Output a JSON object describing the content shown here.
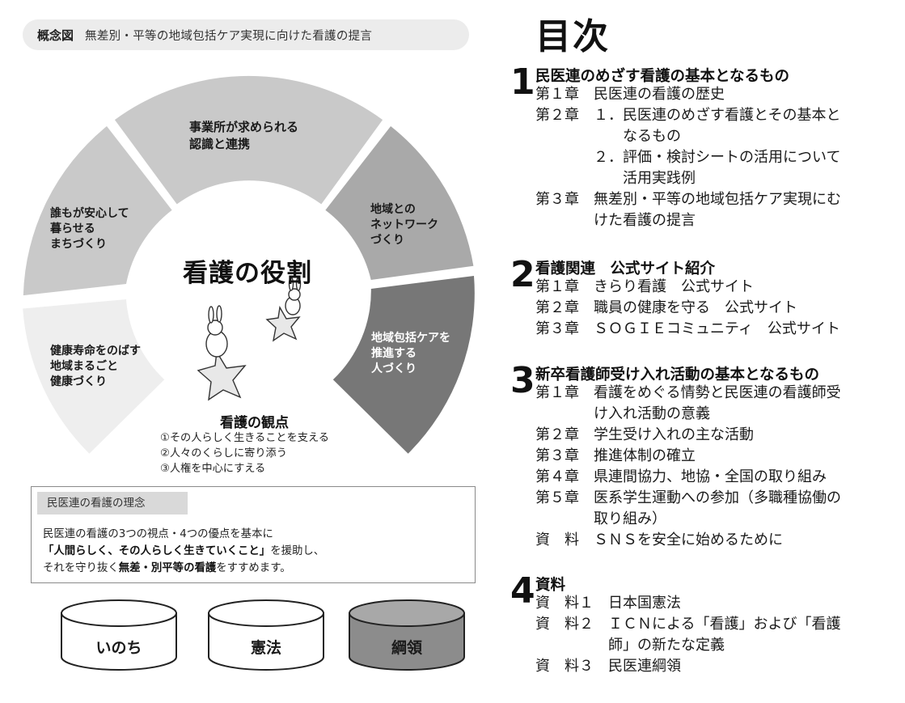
{
  "concept_header": {
    "tag": "概念図",
    "title": "無差別・平等の地域包括ケア実現に向けた看護の提言"
  },
  "wheel": {
    "segments": [
      {
        "lines": [
          "事業所が求められる",
          "認識と連携"
        ]
      },
      {
        "lines": [
          "地域との",
          "ネットワーク",
          "づくり"
        ]
      },
      {
        "lines": [
          "地域包括ケアを",
          "推進する",
          "人づくり"
        ]
      },
      {
        "lines": [
          "健康寿命をのばす",
          "地域まるごと",
          "健康づくり"
        ]
      },
      {
        "lines": [
          "誰もが安心して",
          "暮らせる",
          "まちづくり"
        ]
      }
    ],
    "center_title": "看護の役割"
  },
  "viewpoints": {
    "title": "看護の観点",
    "items": [
      "①その人らしく生きることを支える",
      "②人々のくらしに寄り添う",
      "③人権を中心にすえる"
    ]
  },
  "philosophy": {
    "label": "民医連の看護の理念",
    "line1": "民医連の看護の3つの視点・4つの優点を基本に",
    "line2_bold": "「人間らしく、その人らしく生きていくこと」",
    "line2_tail": "を援助し、",
    "line3_pre": "それを守り抜く",
    "line3_bold": "無差・別平等の看護",
    "line3_post": "をすすめます。"
  },
  "foundations": [
    "いのち",
    "憲法",
    "綱領"
  ],
  "colors": {
    "segment_light": "#c9c9c9",
    "segment_mid": "#a9a9a9",
    "segment_dark": "#777777",
    "segment_pale": "#eeeeee",
    "cylinder_dark": "#8c8c8c"
  },
  "toc": {
    "title": "目次",
    "sections": [
      {
        "num": "1",
        "title": "民医連のめざす看護の基本となるもの",
        "lines": [
          "第１章　民医連の看護の歴史",
          "第２章　１．民医連のめざす看護とその基本と",
          "　　　　　　なるもの",
          "　　　　２．評価・検討シートの活用について",
          "　　　　　　活用実践例",
          "第３章　無差別・平等の地域包括ケア実現にむ",
          "　　　　けた看護の提言"
        ]
      },
      {
        "num": "2",
        "title": "看護関連　公式サイト紹介",
        "lines": [
          "第１章　きらり看護　公式サイト",
          "第２章　職員の健康を守る　公式サイト",
          "第３章　ＳＯＧＩＥコミュニティ　公式サイト"
        ]
      },
      {
        "num": "3",
        "title": "新卒看護師受け入れ活動の基本となるもの",
        "lines": [
          "第１章　看護をめぐる情勢と民医連の看護師受",
          "　　　　け入れ活動の意義",
          "第２章　学生受け入れの主な活動",
          "第３章　推進体制の確立",
          "第４章　県連間協力、地協・全国の取り組み",
          "第５章　医系学生運動への参加（多職種協働の",
          "　　　　取り組み）",
          "資　料　ＳＮＳを安全に始めるために"
        ]
      },
      {
        "num": "4",
        "title": "資料",
        "lines": [
          "資　料１　日本国憲法",
          "資　料２　ＩＣＮによる「看護」および「看護",
          "　　　　　師」の新たな定義",
          "資　料３　民医連綱領"
        ]
      }
    ]
  }
}
